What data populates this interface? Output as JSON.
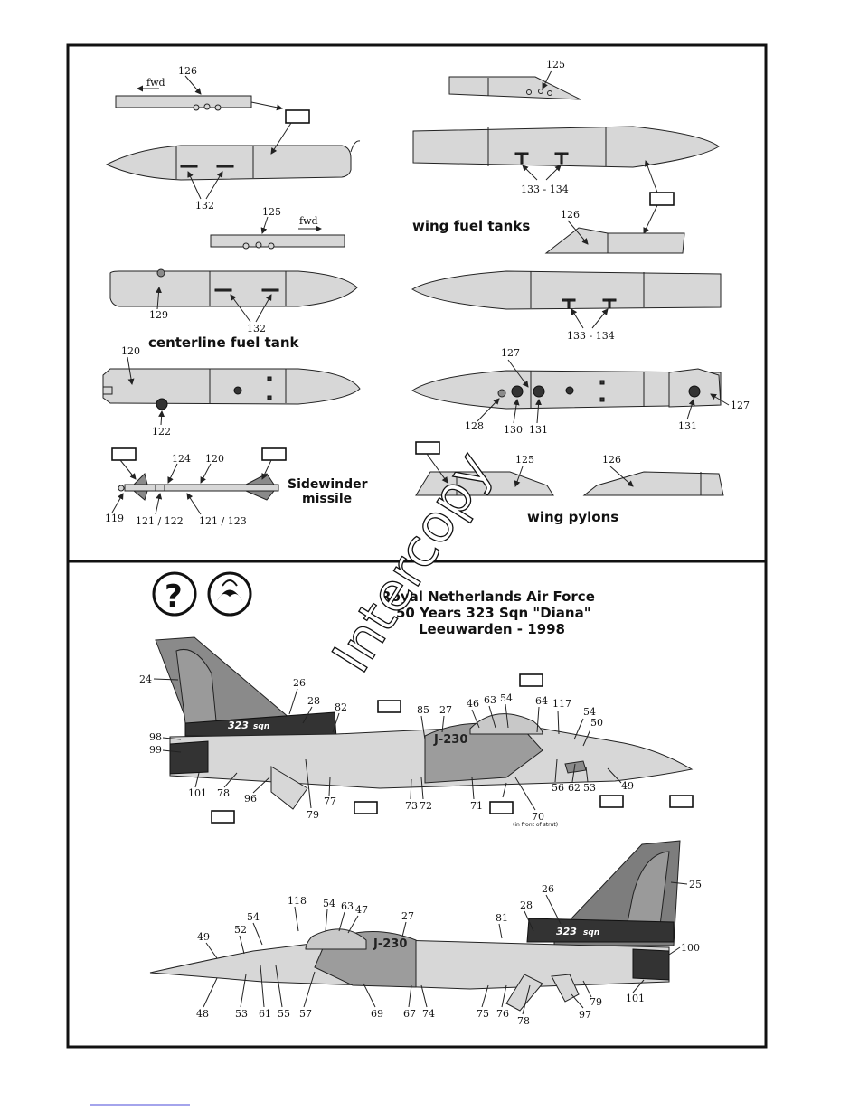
{
  "top_panel": {
    "fwd_label_1": "fwd",
    "fwd_label_2": "fwd",
    "centerline_title": "centerline fuel tank",
    "wing_tanks_title": "wing fuel tanks",
    "sidewinder_title_1": "Sidewinder",
    "sidewinder_title_2": "missile",
    "wing_pylons_title": "wing pylons",
    "callouts": {
      "c126a": "126",
      "c132a": "132",
      "c125a": "125",
      "c129": "129",
      "c132b": "132",
      "c120a": "120",
      "c122": "122",
      "c124": "124",
      "c120b": "120",
      "c119": "119",
      "c121_122": "121 / 122",
      "c121_123": "121 / 123",
      "c125b": "125",
      "c133_134a": "133 - 134",
      "c126b": "126",
      "c133_134b": "133 - 134",
      "c127a": "127",
      "c127b": "127",
      "c128": "128",
      "c130": "130",
      "c131a": "131",
      "c131b": "131",
      "c125c": "125",
      "c126c": "126"
    }
  },
  "bottom_panel": {
    "title_line1": "Royal Netherlands Air Force",
    "title_line2": "50 Years 323 Sqn \"Diana\"",
    "title_line3": "Leeuwarden - 1998",
    "icon_question": "?",
    "icon_bird": "eagle-icon",
    "serial": "J-230",
    "tail_text": "323",
    "tail_text2": "sqn",
    "strut_note": "(in front of strut)",
    "side1": {
      "c24": "24",
      "c26": "26",
      "c28": "28",
      "c82": "82",
      "c85": "85",
      "c27": "27",
      "c46": "46",
      "c63": "63",
      "c54": "54",
      "c64": "64",
      "c117": "117",
      "c54b": "54",
      "c50": "50",
      "c98": "98",
      "c99": "99",
      "c101": "101",
      "c78": "78",
      "c96": "96",
      "c79": "79",
      "c77": "77",
      "c73": "73",
      "c72": "72",
      "c71": "71",
      "c70": "70",
      "c56": "56",
      "c62": "62",
      "c53": "53",
      "c49": "49"
    },
    "side2": {
      "c118": "118",
      "c54": "54",
      "c63": "63",
      "c47": "47",
      "c27": "27",
      "c81": "81",
      "c28": "28",
      "c26": "26",
      "c25": "25",
      "c49": "49",
      "c52": "52",
      "c54b": "54",
      "c100": "100",
      "c48": "48",
      "c53": "53",
      "c61": "61",
      "c55": "55",
      "c57": "57",
      "c69": "69",
      "c67": "67",
      "c74": "74",
      "c75": "75",
      "c76": "76",
      "c78": "78",
      "c97": "97",
      "c79": "79",
      "c101": "101"
    }
  },
  "watermark": "Intercopy"
}
